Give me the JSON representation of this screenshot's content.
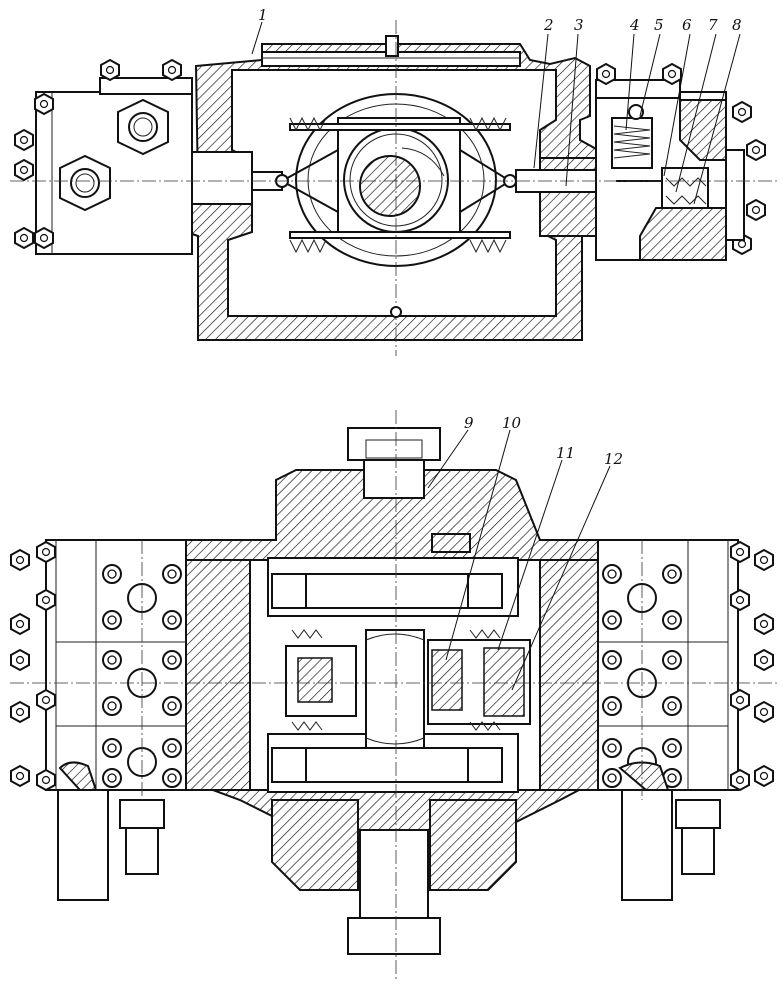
{
  "callouts": [
    {
      "id": "c1",
      "text": "1"
    },
    {
      "id": "c2",
      "text": "2"
    },
    {
      "id": "c3",
      "text": "3"
    },
    {
      "id": "c4",
      "text": "4"
    },
    {
      "id": "c5",
      "text": "5"
    },
    {
      "id": "c6",
      "text": "6"
    },
    {
      "id": "c7",
      "text": "7"
    },
    {
      "id": "c8",
      "text": "8"
    },
    {
      "id": "c9",
      "text": "9"
    },
    {
      "id": "c10",
      "text": "10"
    },
    {
      "id": "c11",
      "text": "11"
    },
    {
      "id": "c12",
      "text": "12"
    }
  ],
  "views": {
    "top": {
      "icon": "pump-section-view-icon"
    },
    "bottom": {
      "icon": "pump-plan-view-icon"
    }
  }
}
